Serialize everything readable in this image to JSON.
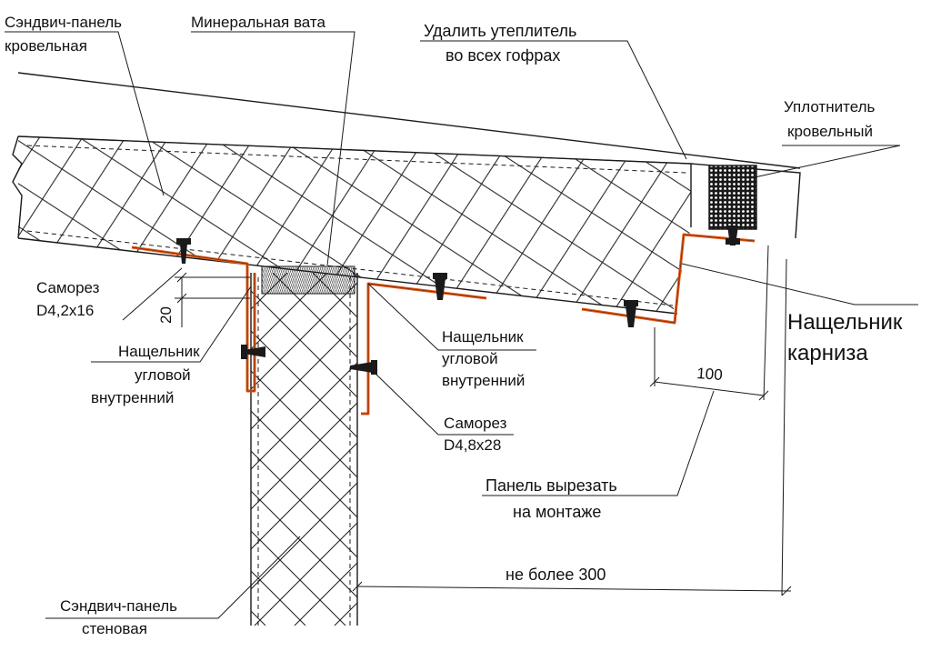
{
  "labels": {
    "roof_panel_line1": "Сэндвич-панель",
    "roof_panel_line2": "кровельная",
    "mineral_wool": "Минеральная вата",
    "remove_insulation_line1": "Удалить утеплитель",
    "remove_insulation_line2": "во всех гофрах",
    "roof_sealant_line1": "Уплотнитель",
    "roof_sealant_line2": "кровельный",
    "screw_small_line1": "Саморез",
    "screw_small_line2": "D4,2x16",
    "dim_20": "20",
    "corner_flashing_left_line1": "Нащельник",
    "corner_flashing_left_line2": "угловой",
    "corner_flashing_left_line3": "внутренний",
    "corner_flashing_right_line1": "Нащельник",
    "corner_flashing_right_line2": "угловой",
    "corner_flashing_right_line3": "внутренний",
    "eaves_flashing_line1": "Нащельник",
    "eaves_flashing_line2": "карниза",
    "dim_100": "100",
    "screw_large_line1": "Саморез",
    "screw_large_line2": "D4,8x28",
    "cut_panel_line1": "Панель вырезать",
    "cut_panel_line2": "на монтаже",
    "dim_300": "не более 300",
    "wall_panel_line1": "Сэндвич-панель",
    "wall_panel_line2": "стеновая"
  },
  "colors": {
    "flashing": "#e05a1a",
    "line": "#1a1a1a",
    "background": "#ffffff"
  }
}
